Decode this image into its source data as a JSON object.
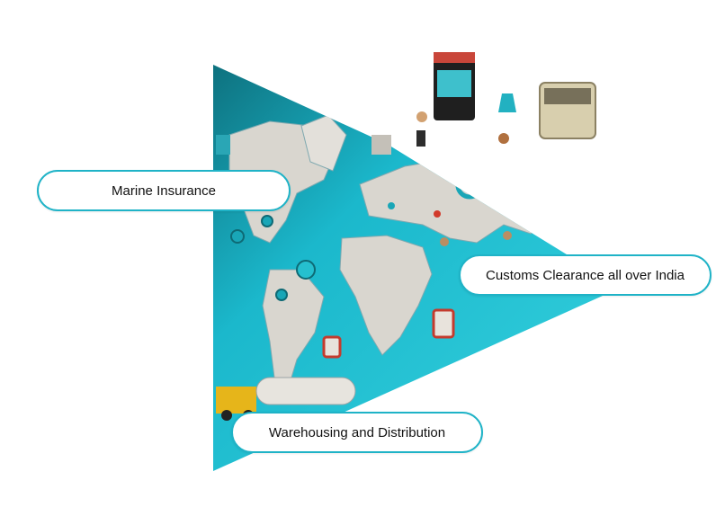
{
  "services": {
    "marine_insurance": "Marine Insurance",
    "customs_clearance": "Customs Clearance all over India",
    "warehousing": "Warehousing and Distribution"
  },
  "colors": {
    "accent": "#1fb3c7",
    "ocean": "#22c3d6",
    "land": "#d9d6cf",
    "background": "#ffffff"
  },
  "icons": [
    "world-map-illustration",
    "truck-icon",
    "cargo-box-icon",
    "forklift-icon"
  ]
}
